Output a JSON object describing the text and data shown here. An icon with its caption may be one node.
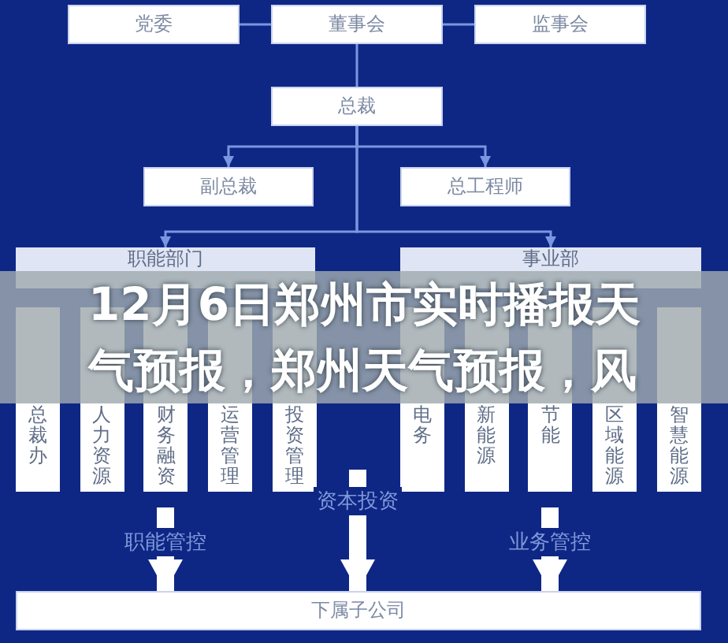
{
  "diagram": {
    "title": "12月6日郑州市实时播报天气预报，郑州天气预报，风",
    "nodes": [
      {
        "text": [
          "党委"
        ]
      },
      {
        "text": [
          "董事会"
        ]
      },
      {
        "text": [
          "监事会"
        ]
      },
      {
        "text": [
          "总裁"
        ]
      },
      {
        "text": [
          "副总裁"
        ]
      },
      {
        "text": [
          "总工程师"
        ]
      },
      {
        "text": [
          "职能部门"
        ]
      },
      {
        "text": [
          "总裁办"
        ],
        "in": 6
      },
      {
        "text": [
          "人力资源"
        ],
        "in": 6
      },
      {
        "text": [
          "财务融资"
        ],
        "in": 6
      },
      {
        "text": [
          "运营管理"
        ],
        "in": 6
      },
      {
        "text": [
          "投资管理"
        ],
        "in": 6
      },
      {
        "text": [
          "事业部"
        ]
      },
      {
        "text": [
          "电务"
        ],
        "in": 12
      },
      {
        "text": [
          "新能源"
        ],
        "in": 12
      },
      {
        "text": [
          "节能"
        ],
        "in": 12
      },
      {
        "text": [
          "区域能源"
        ],
        "in": 12
      },
      {
        "text": [
          "智慧能源"
        ],
        "in": 12
      },
      {
        "text": [
          "下属子公司"
        ]
      }
    ],
    "edges": [
      {
        "from": 0,
        "to": 1,
        "arrow": "none"
      },
      {
        "from": 1,
        "to": 2,
        "arrow": "none"
      },
      {
        "from": 1,
        "to": 3,
        "arrow": "none"
      },
      {
        "from": 3,
        "to": 4,
        "arrow": "to"
      },
      {
        "from": 3,
        "to": 5,
        "arrow": "to"
      },
      {
        "from": 3,
        "to": 6,
        "arrow": "to"
      },
      {
        "from": 3,
        "to": 12,
        "arrow": "to"
      },
      {
        "from": 6,
        "to": 18,
        "arrow": "to",
        "label": "职能管控",
        "style": "thick",
        "color": "#ffffff"
      },
      {
        "from": null,
        "to": 18,
        "arrow": "to",
        "label": "资本投资",
        "style": "thick",
        "color": "#ffffff"
      },
      {
        "from": 12,
        "to": 18,
        "arrow": "to",
        "label": "业务管控",
        "style": "thick",
        "color": "#ffffff"
      }
    ]
  }
}
